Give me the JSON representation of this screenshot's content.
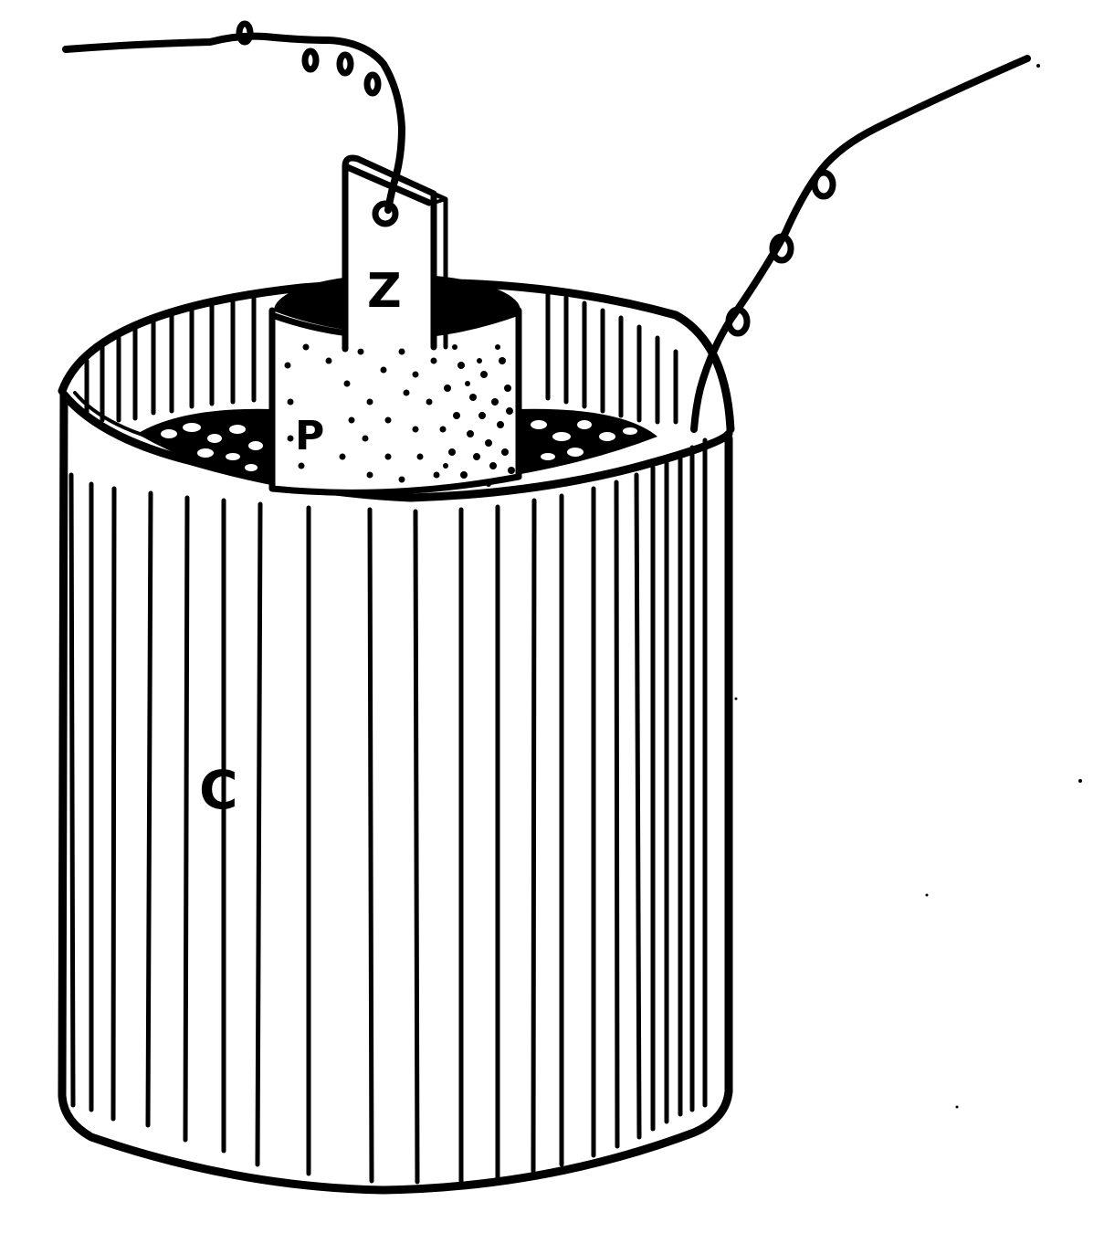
{
  "diagram": {
    "subject": "Voltaic cell: copper cylinder, porous pot, zinc plate",
    "colors": {
      "ink": "#000000",
      "paper": "#ffffff"
    },
    "labels": {
      "zinc": "Z",
      "porous_pot": "P",
      "copper": "C"
    },
    "components": [
      {
        "id": "zinc-plate",
        "label": "Z"
      },
      {
        "id": "porous-pot",
        "label": "P"
      },
      {
        "id": "copper-cylinder",
        "label": "C"
      },
      {
        "id": "wire-zinc",
        "label": ""
      },
      {
        "id": "wire-copper",
        "label": ""
      }
    ]
  }
}
